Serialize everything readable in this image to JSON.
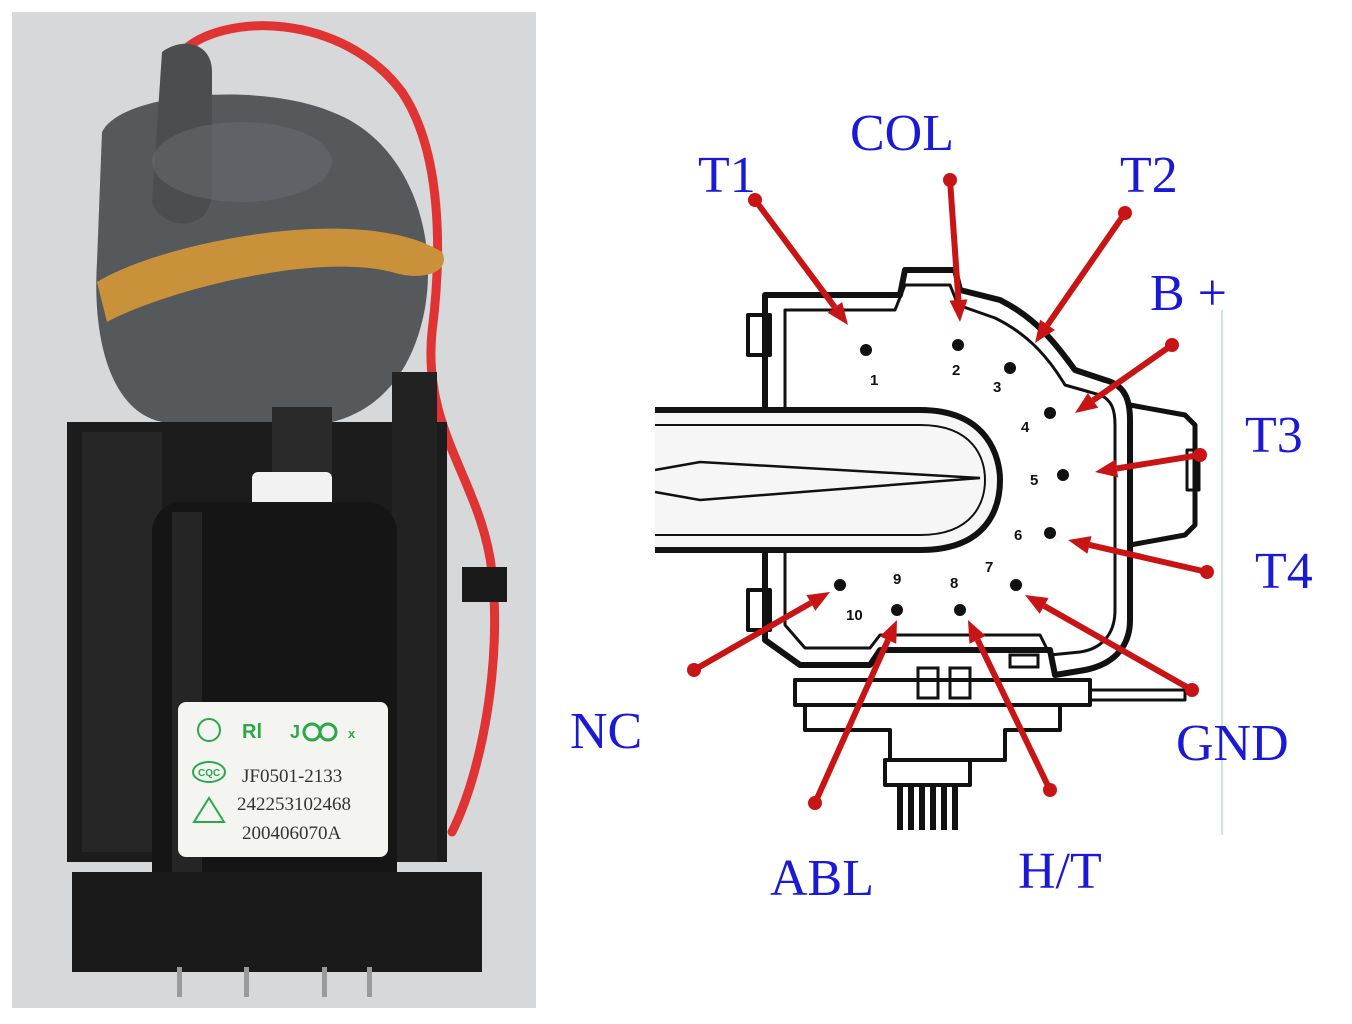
{
  "photo": {
    "sticker": {
      "logo_ul": "Rl",
      "logo_brand": "J",
      "logo_brand_x": "x",
      "cqc": "CQC",
      "model": "JF0501-2133",
      "serial": "242253102468",
      "date_code": "200406070A"
    }
  },
  "diagram": {
    "pin_labels": [
      "T1",
      "COL",
      "T2",
      "B +",
      "T3",
      "T4",
      "GND",
      "H/T",
      "ABL",
      "NC"
    ],
    "pin_numbers": [
      "1",
      "2",
      "3",
      "4",
      "5",
      "6",
      "7",
      "8",
      "9",
      "10"
    ],
    "colors": {
      "label": "#1a1ad6",
      "arrow": "#c81414",
      "outline": "#111111"
    }
  }
}
